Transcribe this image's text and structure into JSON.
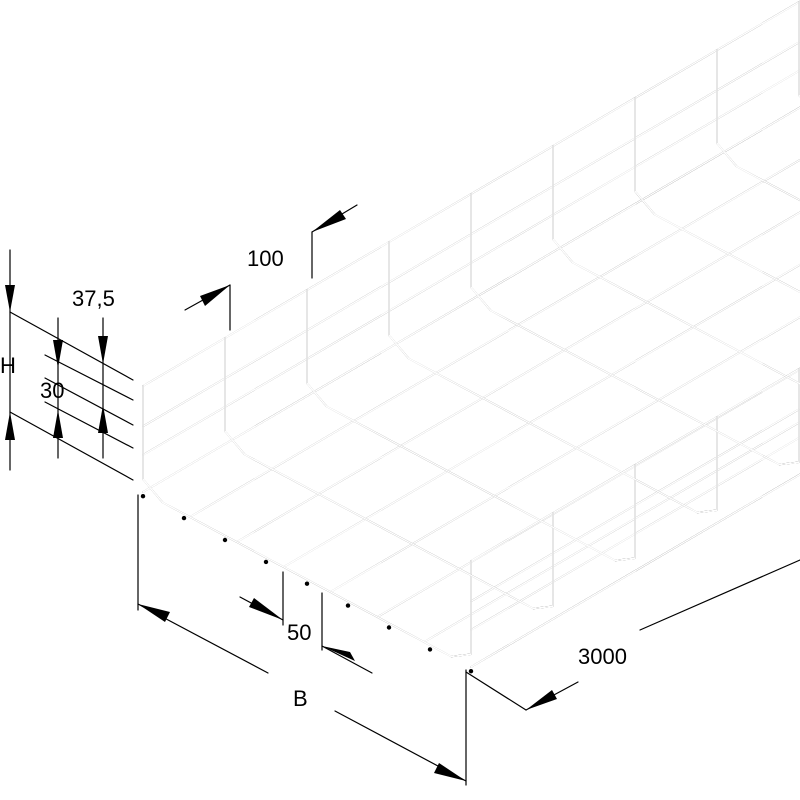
{
  "dimensions": {
    "length": "3000",
    "width_label": "B",
    "height_label": "H",
    "wire_spacing_side": "100",
    "mesh_spacing_bottom": "50",
    "upper_spacing": "37,5",
    "lower_spacing": "30"
  },
  "colors": {
    "line": "#000000",
    "background": "#ffffff"
  }
}
